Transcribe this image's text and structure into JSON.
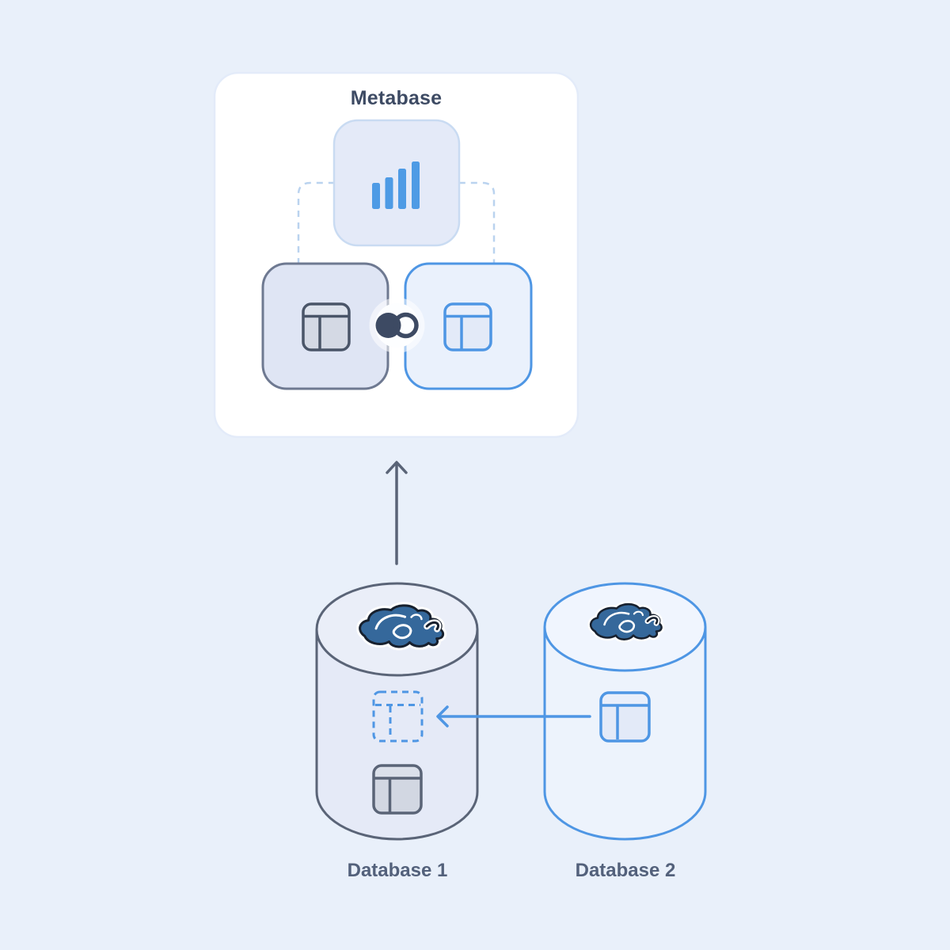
{
  "page": {
    "background": "#E9F0FA"
  },
  "card": {
    "title": "Metabase",
    "icons": {
      "chart": "bar-chart-icon",
      "left_table": "table-icon-gray",
      "right_table": "table-icon-blue",
      "join": "left-join-icon"
    }
  },
  "flow": {
    "to_metabase": "arrow-up-icon",
    "table_copy": "arrow-left-icon"
  },
  "databases": [
    {
      "label": "Database 1",
      "logo": "postgresql-logo",
      "contents": [
        "table-placeholder-dashed",
        "table-icon"
      ]
    },
    {
      "label": "Database 2",
      "logo": "postgresql-logo",
      "contents": [
        "table-icon"
      ]
    }
  ],
  "colors": {
    "background": "#E9F0FA",
    "card_background": "#FFFFFF",
    "card_border": "#E3EBF9",
    "accent_blue": "#4E96E4",
    "chart_bar_blue": "#4E9BE5",
    "slate_gray": "#5A6477",
    "navy": "#3D4A63",
    "postgres_blue": "#35689B",
    "dashed_connector_blue": "#BAD3EF",
    "label_text": "#53617B"
  }
}
